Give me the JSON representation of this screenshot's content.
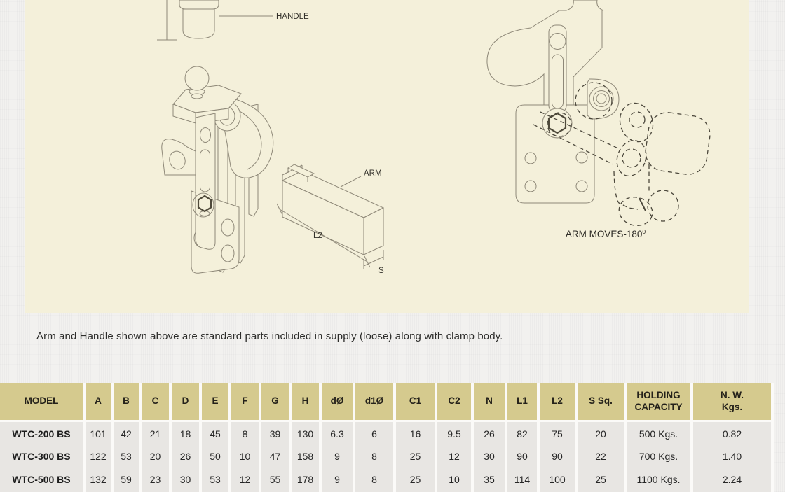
{
  "panel": {
    "bg": "#f4f0da",
    "line_color": "#8e8878",
    "labels": {
      "handle": "HANDLE",
      "arm": "ARM",
      "l2": "L2",
      "s": "S",
      "arm_moves": "ARM MOVES-180",
      "arm_moves_sup": "0"
    }
  },
  "caption": "Arm and Handle shown above are standard parts included in supply (loose) along with clamp body.",
  "table": {
    "header_bg": "#d5ca8e",
    "body_bg": "#e8e6e3",
    "columns": [
      "MODEL",
      "A",
      "B",
      "C",
      "D",
      "E",
      "F",
      "G",
      "H",
      "dØ",
      "d1Ø",
      "C1",
      "C2",
      "N",
      "L1",
      "L2",
      "S Sq.",
      "HOLDING\nCAPACITY",
      "N. W.\nKgs."
    ],
    "rows": [
      {
        "model": "WTC-200 BS",
        "values": [
          "101",
          "42",
          "21",
          "18",
          "45",
          "8",
          "39",
          "130",
          "6.3",
          "6",
          "16",
          "9.5",
          "26",
          "82",
          "75",
          "20",
          "500 Kgs.",
          "0.82"
        ]
      },
      {
        "model": "WTC-300 BS",
        "values": [
          "122",
          "53",
          "20",
          "26",
          "50",
          "10",
          "47",
          "158",
          "9",
          "8",
          "25",
          "12",
          "30",
          "90",
          "90",
          "22",
          "700 Kgs.",
          "1.40"
        ]
      },
      {
        "model": "WTC-500 BS",
        "values": [
          "132",
          "59",
          "23",
          "30",
          "53",
          "12",
          "55",
          "178",
          "9",
          "8",
          "25",
          "10",
          "35",
          "114",
          "100",
          "25",
          "1100 Kgs.",
          "2.24"
        ]
      }
    ]
  }
}
